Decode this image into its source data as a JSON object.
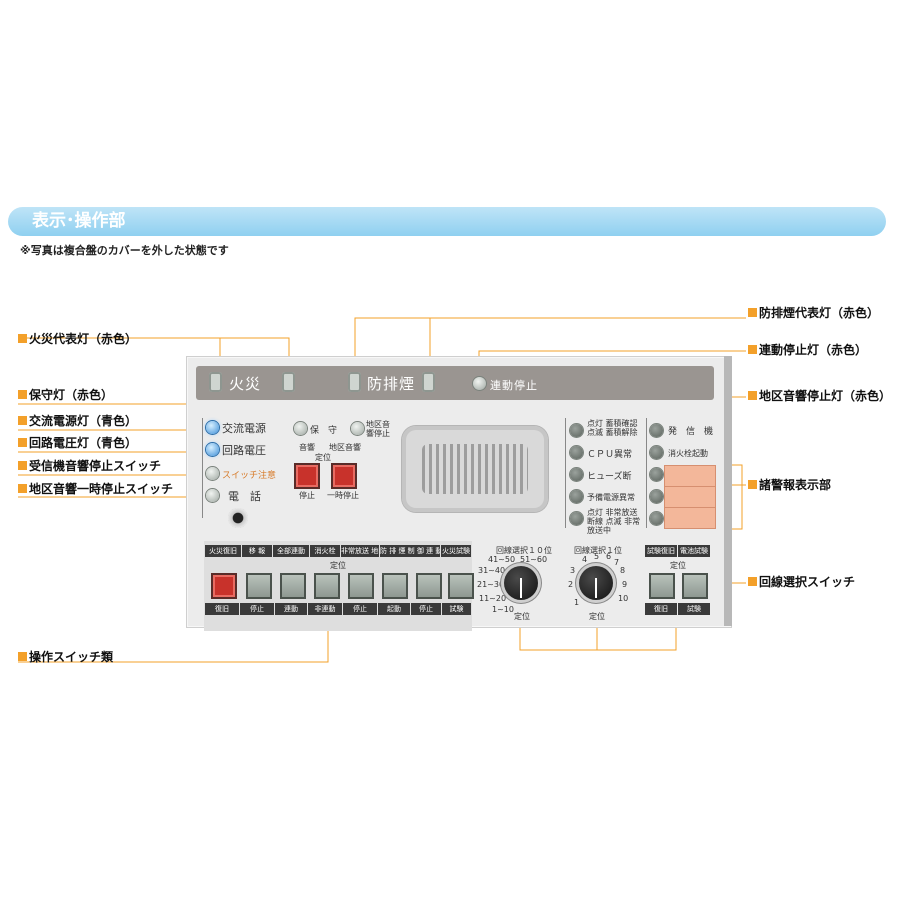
{
  "header": {
    "title": "表示･操作部",
    "note": "※写真は複合盤のカバーを外した状態です"
  },
  "callouts": {
    "fire_rep": "火災代表灯（赤色）",
    "maintenance": "保守灯（赤色）",
    "ac_power": "交流電源灯（青色）",
    "circuit_voltage": "回路電圧灯（青色）",
    "receiver_stop": "受信機音響停止スイッチ",
    "area_temp_stop": "地区音響一時停止スイッチ",
    "operation_switches": "操作スイッチ類",
    "smoke_rep": "防排煙代表灯（赤色）",
    "link_stop": "連動停止灯（赤色）",
    "area_stop_lamp": "地区音響停止灯（赤色）",
    "alarm_display": "諸警報表示部",
    "line_select": "回線選択スイッチ"
  },
  "panel": {
    "strip_fire": "火災",
    "strip_smoke": "防排煙",
    "strip_link_stop": "連動停止",
    "strip_title": "火災受信機",
    "ac_power": "交流電源",
    "circuit_voltage": "回路電圧",
    "switch_caution": "スイッチ注意",
    "phone": "電　話",
    "maintenance": "保　守",
    "area_sound_stop": "地区音響停止",
    "sound": "音響",
    "area_sound": "地区音響",
    "teii": "定位",
    "stop": "停止",
    "temp_stop": "一時停止",
    "right_status": [
      "点灯 蓄積確認 点滅 蓄積解除",
      "ＣＰＵ異常",
      "ヒューズ断",
      "予備電源異常",
      "点灯 非常放送断線 点滅 非常放送中"
    ],
    "far_right": [
      "発　信　機",
      "消火栓起動"
    ],
    "switch_top_labels": [
      "火災復旧",
      "移 報",
      "全部連動",
      "消火栓",
      "非常放送 地区移信",
      "防 排 煙 制 御 連 動",
      "火災試験"
    ],
    "switch_teii": "定位",
    "switch_bottom_labels": [
      "復旧",
      "停止",
      "連動",
      "非連動",
      "停止",
      "起動",
      "停止",
      "試験"
    ],
    "dial_10_title": "回線選択１０位",
    "dial_10_ticks": [
      "41~50",
      "51~60",
      "31~40",
      "21~30",
      "11~20",
      "1~10"
    ],
    "dial_10_teii": "定位",
    "dial_1_title": "回線選択１位",
    "dial_1_ticks": [
      "4",
      "5",
      "6",
      "7",
      "8",
      "3",
      "9",
      "2",
      "10",
      "1"
    ],
    "dial_1_teii": "定位",
    "test_top": [
      "試験復旧",
      "電池試験"
    ],
    "test_teii": "定位",
    "test_bottom": [
      "復旧",
      "試験"
    ]
  }
}
